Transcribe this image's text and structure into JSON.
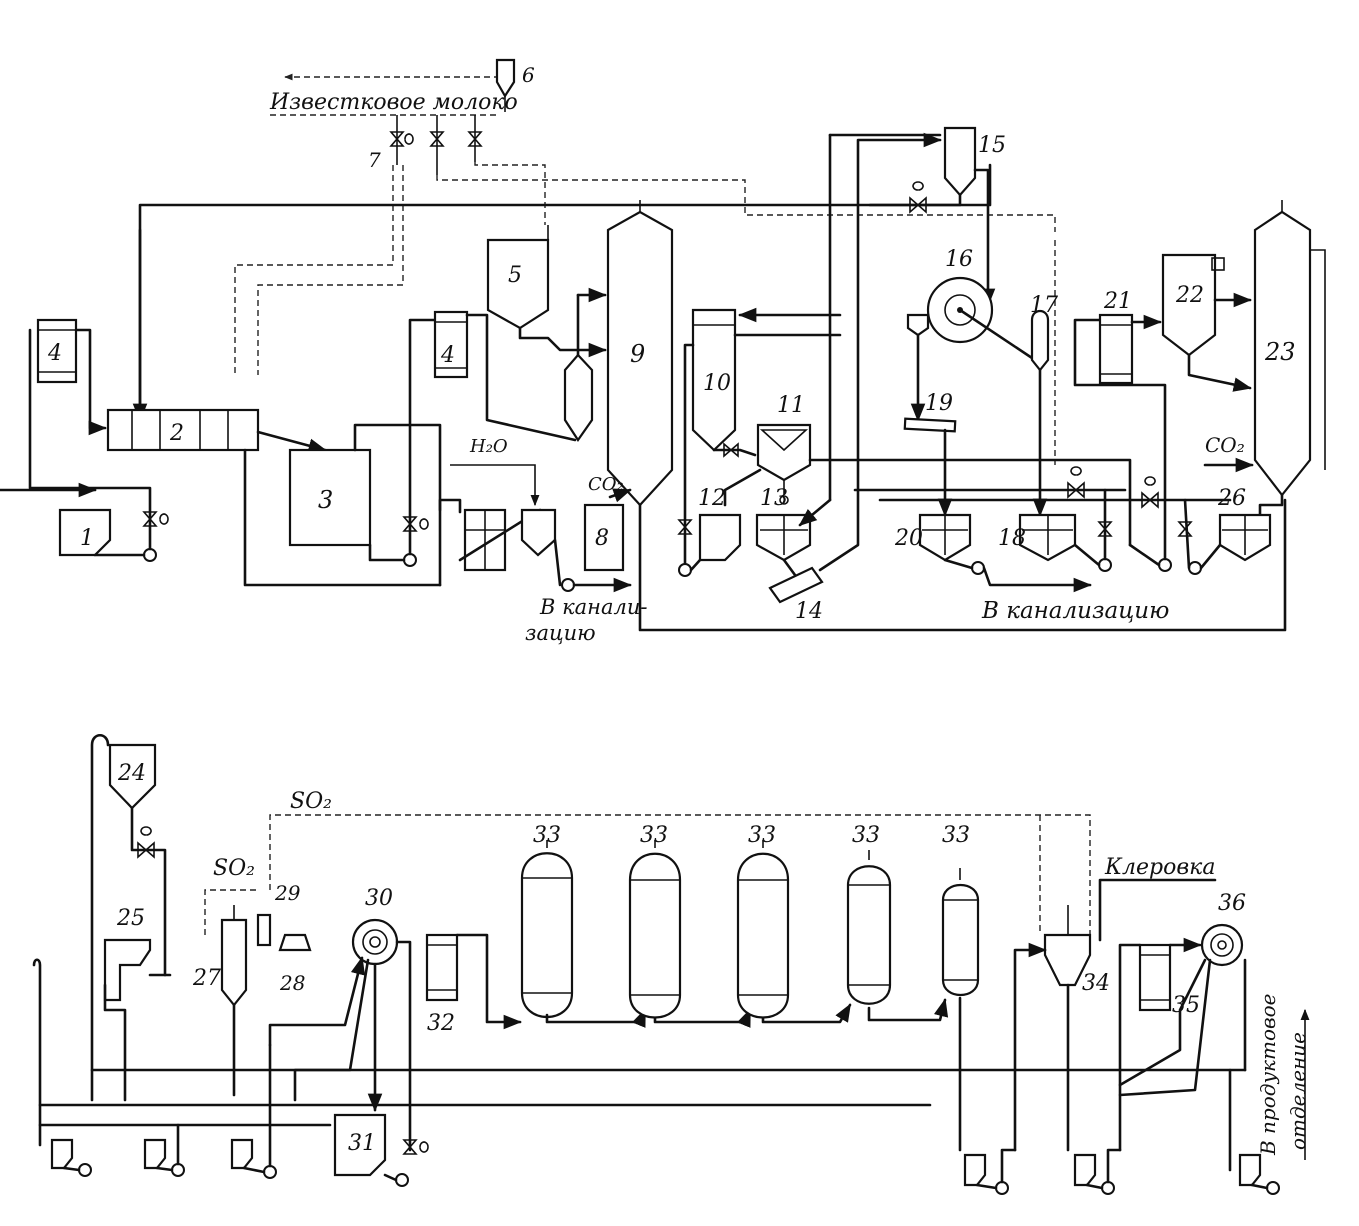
{
  "labels": {
    "lime_milk": "Известковое молоко",
    "h2o": "H₂O",
    "co2": "CO₂",
    "sewer_short_1": "В канали-",
    "sewer_short_2": "зацию",
    "sewer": "В канализацию",
    "so2": "SO₂",
    "klerovka": "Клеровка",
    "product_dept_1": "В продуктовое",
    "product_dept_2": "отделение"
  },
  "equipment_numbers": {
    "n1": "1",
    "n2": "2",
    "n3": "3",
    "n4": "4",
    "n4b": "4",
    "n5": "5",
    "n6": "6",
    "n7": "7",
    "n8": "8",
    "n9": "9",
    "n10": "10",
    "n11": "11",
    "n12": "12",
    "n13": "13",
    "n14": "14",
    "n15": "15",
    "n16": "16",
    "n17": "17",
    "n18": "18",
    "n19": "19",
    "n20": "20",
    "n21": "21",
    "n22": "22",
    "n23": "23",
    "n24": "24",
    "n25": "25",
    "n26": "26",
    "n27": "27",
    "n28": "28",
    "n29": "29",
    "n30": "30",
    "n31": "31",
    "n32": "32",
    "n33a": "33",
    "n33b": "33",
    "n33c": "33",
    "n33d": "33",
    "n33e": "33",
    "n34": "34",
    "n35": "35",
    "n36": "36"
  },
  "icons": {
    "pump": "circle-pump-icon",
    "valve": "bowtie-valve-icon",
    "tank": "funnel-tank-icon"
  }
}
